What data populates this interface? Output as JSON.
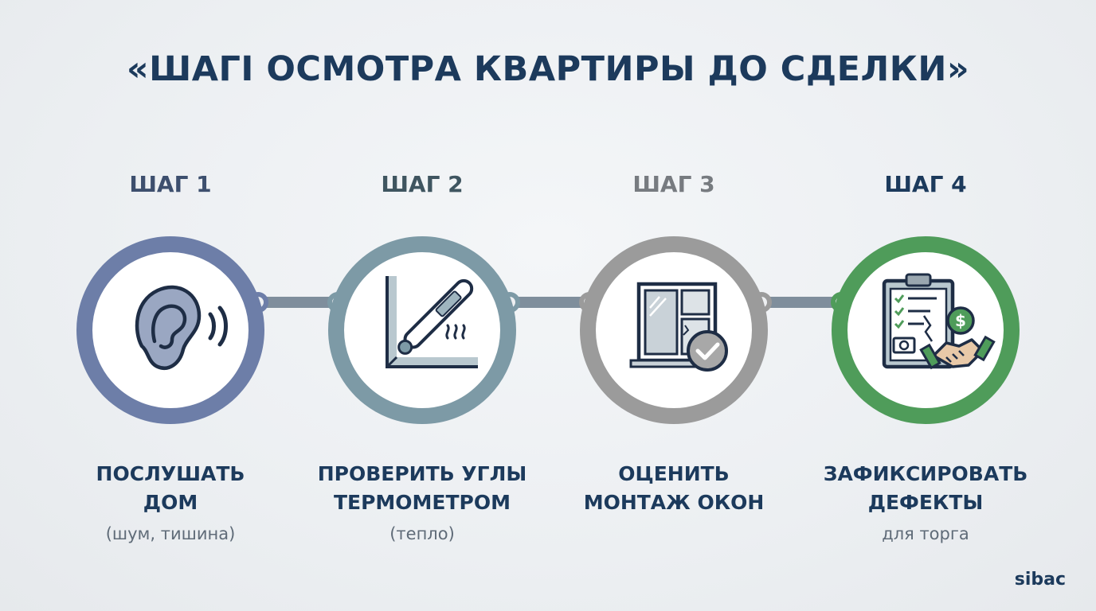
{
  "title": "«ШАГІ ОСМОТРА КВАРТИРЫ ДО СДЕЛКИ»",
  "brand": "sibac",
  "colors": {
    "title": "#1c3a5c",
    "step1": "#6d7ea8",
    "step2": "#7d9aa6",
    "step3": "#9b9b9b",
    "step4": "#4f9c5a",
    "connector": "#7f8e9c"
  },
  "steps": [
    {
      "label": "ШАГ 1",
      "title_line1": "ПОСЛУШАТЬ",
      "title_line2": "ДОМ",
      "subtitle": "(шум, тишина)",
      "icon": "ear-sound-icon"
    },
    {
      "label": "ШАГ 2",
      "title_line1": "ПРОВЕРИТЬ УГЛЫ",
      "title_line2": "ТЕРМОМЕТРОМ",
      "subtitle": "(тепло)",
      "icon": "thermometer-corner-icon"
    },
    {
      "label": "ШАГ 3",
      "title_line1": "ОЦЕНИТЬ",
      "title_line2": "МОНТАЖ ОКОН",
      "subtitle": "",
      "icon": "window-check-icon"
    },
    {
      "label": "ШАГ 4",
      "title_line1": "ЗАФИКСИРОВАТЬ",
      "title_line2": "ДЕФЕКТЫ",
      "subtitle": "для торга",
      "icon": "clipboard-handshake-icon"
    }
  ]
}
